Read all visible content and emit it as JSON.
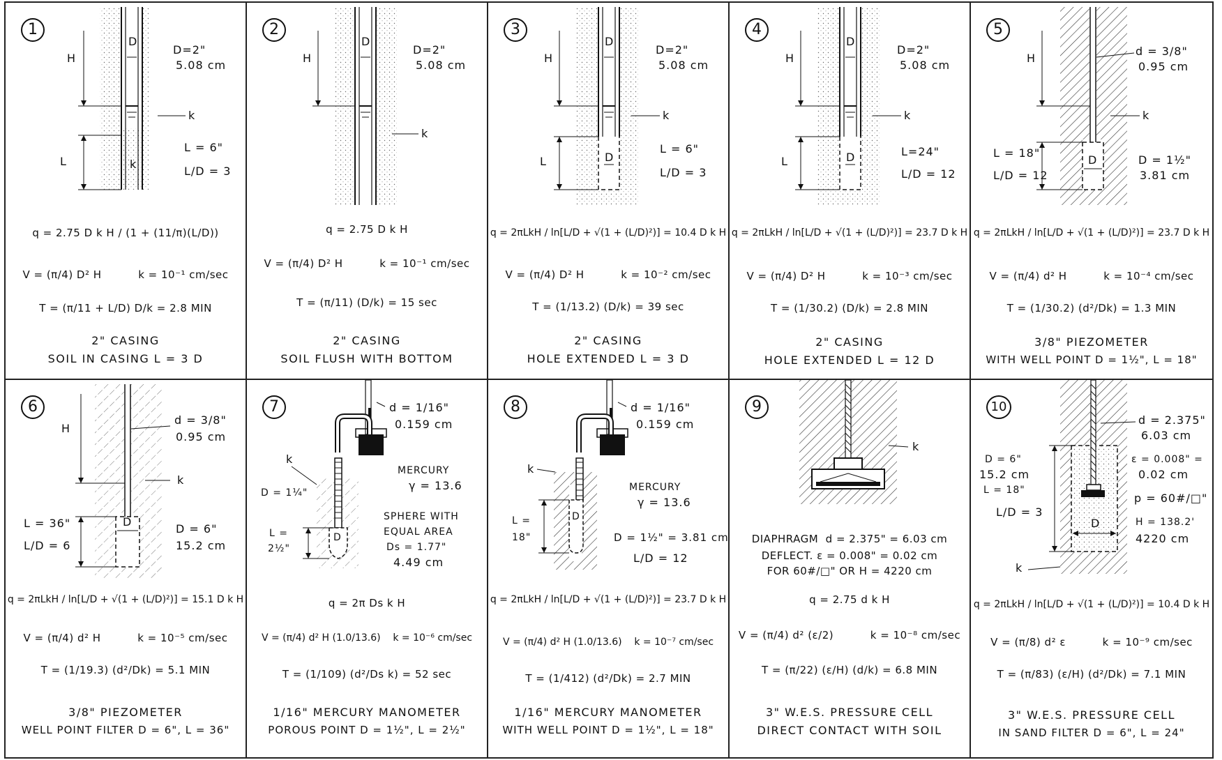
{
  "panels": [
    {
      "number": "1",
      "sketch_labels": [
        "H",
        "D",
        "D=2\"",
        "5.08 cm",
        "k",
        "L",
        "k",
        "L = 6\"",
        "L/D = 3"
      ],
      "formulas": [
        "q = 2.75 D k H / (1 + (11/π)(L/D))",
        "V = (π/4) D² H          k = 10⁻¹ cm/sec",
        "T = (π/11 + L/D) D/k = 2.8 MIN"
      ],
      "caption": [
        "2\" CASING",
        "SOIL IN CASING  L = 3 D"
      ]
    },
    {
      "number": "2",
      "sketch_labels": [
        "H",
        "D",
        "D=2\"",
        "5.08 cm",
        "k"
      ],
      "formulas": [
        "q = 2.75 D k H",
        "V = (π/4) D² H          k = 10⁻¹ cm/sec",
        "T = (π/11) (D/k) = 15 sec"
      ],
      "caption": [
        "2\" CASING",
        "SOIL FLUSH WITH BOTTOM"
      ]
    },
    {
      "number": "3",
      "sketch_labels": [
        "H",
        "D",
        "D=2\"",
        "5.08 cm",
        "k",
        "L",
        "D",
        "L = 6\"",
        "L/D = 3"
      ],
      "formulas": [
        "q = 2πLkH / ln[L/D + √(1 + (L/D)²)] = 10.4 D k H",
        "V = (π/4) D² H          k = 10⁻² cm/sec",
        "T = (1/13.2) (D/k) = 39 sec"
      ],
      "caption": [
        "2\" CASING",
        "HOLE EXTENDED  L = 3 D"
      ]
    },
    {
      "number": "4",
      "sketch_labels": [
        "H",
        "D",
        "D=2\"",
        "5.08 cm",
        "k",
        "L",
        "D",
        "L=24\"",
        "L/D = 12"
      ],
      "formulas": [
        "q = 2πLkH / ln[L/D + √(1 + (L/D)²)] = 23.7 D k H",
        "V = (π/4) D² H          k = 10⁻³ cm/sec",
        "T = (1/30.2) (D/k) = 2.8 MIN"
      ],
      "caption": [
        "2\" CASING",
        "HOLE EXTENDED  L = 12 D"
      ]
    },
    {
      "number": "5",
      "sketch_labels": [
        "H",
        "d = 3/8\"",
        "0.95 cm",
        "k",
        "L = 18\"",
        "L/D = 12",
        "D",
        "D = 1½\"",
        "3.81 cm"
      ],
      "formulas": [
        "q = 2πLkH / ln[L/D + √(1 + (L/D)²)] = 23.7 D k H",
        "V = (π/4) d² H          k = 10⁻⁴ cm/sec",
        "T = (1/30.2) (d²/Dk) = 1.3 MIN"
      ],
      "caption": [
        "3/8\" PIEZOMETER",
        "WITH WELL POINT  D = 1½\", L = 18\""
      ]
    },
    {
      "number": "6",
      "sketch_labels": [
        "H",
        "d = 3/8\"",
        "0.95 cm",
        "k",
        "L = 36\"",
        "L/D = 6",
        "D",
        "D = 6\"",
        "15.2 cm"
      ],
      "formulas": [
        "q = 2πLkH / ln[L/D + √(1 + (L/D)²)] = 15.1 D k H",
        "V = (π/4) d² H          k = 10⁻⁵ cm/sec",
        "T = (1/19.3) (d²/Dk) = 5.1 MIN"
      ],
      "caption": [
        "3/8\" PIEZOMETER",
        "WELL POINT FILTER  D = 6\", L = 36\""
      ]
    },
    {
      "number": "7",
      "sketch_labels": [
        "d = 1/16\"",
        "0.159 cm",
        "MERCURY",
        "γ = 13.6",
        "k",
        "D = 1¼\"",
        "SPHERE WITH",
        "EQUAL AREA",
        "Ds = 1.77\"",
        "4.49 cm",
        "L =",
        "2½\"",
        "D"
      ],
      "formulas": [
        "q = 2π Ds k H",
        "V = (π/4) d² H (1.0/13.6)    k = 10⁻⁶ cm/sec",
        "T = (1/109) (d²/Ds k) = 52 sec"
      ],
      "caption": [
        "1/16\" MERCURY MANOMETER",
        "POROUS POINT  D = 1½\", L = 2½\""
      ]
    },
    {
      "number": "8",
      "sketch_labels": [
        "d = 1/16\"",
        "0.159 cm",
        "k",
        "MERCURY",
        "γ = 13.6",
        "L =",
        "18\"",
        "D",
        "D = 1½\" = 3.81 cm",
        "L/D = 12"
      ],
      "formulas": [
        "q = 2πLkH / ln[L/D + √(1 + (L/D)²)] = 23.7 D k H",
        "V = (π/4) d² H (1.0/13.6)    k = 10⁻⁷ cm/sec",
        "T = (1/412) (d²/Dk) = 2.7 MIN"
      ],
      "caption": [
        "1/16\" MERCURY MANOMETER",
        "WITH WELL POINT  D = 1½\",  L = 18\""
      ]
    },
    {
      "number": "9",
      "sketch_labels": [
        "k",
        "DIAPHRAGM  d = 2.375\" = 6.03 cm",
        "DEFLECT. ε = 0.008\" = 0.02 cm",
        "FOR 60#/□\" OR H = 4220 cm"
      ],
      "formulas": [
        "q = 2.75 d k H",
        "V = (π/4) d² (ε/2)          k = 10⁻⁸ cm/sec",
        "T = (π/22) (ε/H) (d/k) = 6.8 MIN"
      ],
      "caption": [
        "3\" W.E.S. PRESSURE CELL",
        "DIRECT CONTACT WITH SOIL"
      ]
    },
    {
      "number": "10",
      "sketch_labels": [
        "d = 2.375\"",
        "6.03 cm",
        "D = 6\"",
        "15.2 cm",
        "L = 18\"",
        "L/D = 3",
        "ε = 0.008\" =",
        "0.02 cm",
        "p = 60#/□\"",
        "D",
        "H = 138.2'",
        "4220 cm",
        "k"
      ],
      "formulas": [
        "q = 2πLkH / ln[L/D + √(1 + (L/D)²)] = 10.4 D k H",
        "V = (π/8) d² ε          k = 10⁻⁹ cm/sec",
        "T = (π/83) (ε/H) (d²/Dk) = 7.1 MIN"
      ],
      "caption": [
        "3\" W.E.S. PRESSURE CELL",
        "IN SAND FILTER  D = 6\", L = 24\""
      ]
    }
  ]
}
